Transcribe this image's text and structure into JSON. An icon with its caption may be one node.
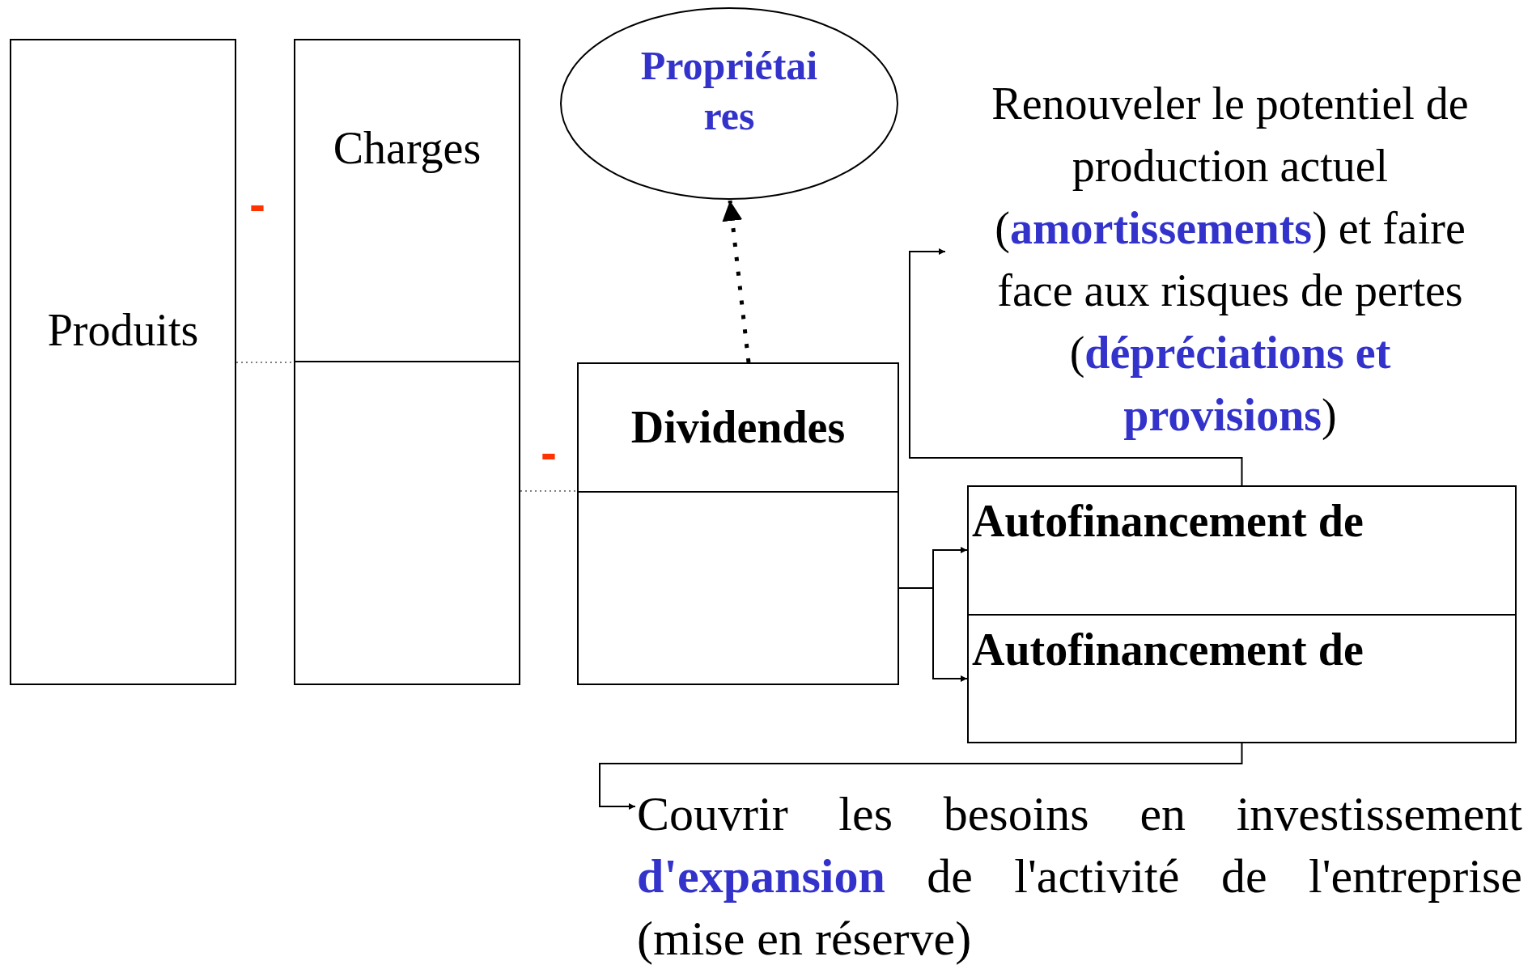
{
  "diagram": {
    "nodes": [
      {
        "text": [
          "Produits"
        ]
      },
      {
        "text": [
          "Charges"
        ]
      },
      {
        "text": [],
        "shape": "box"
      },
      {
        "text": [
          "Propriétaires"
        ]
      },
      {
        "text": [
          "Renouveler le potentiel de production actuel (**amortissements**) et faire face aux risques de pertes (**dépréciations et provisions**)"
        ]
      },
      {
        "text": [
          "Dividendes"
        ]
      },
      {
        "text": [],
        "shape": "box"
      },
      {
        "text": [
          "Autofinancement de"
        ]
      },
      {
        "text": [
          "Autofinancement de"
        ]
      },
      {
        "text": [
          "Couvrir les besoins en investissement **d'expansion** de l'activité de l'entreprise (mise en réserve)"
        ]
      }
    ],
    "edges": [
      {
        "from": 5,
        "to": 3,
        "arrow": "to",
        "style": "dashed"
      },
      {
        "from": 0,
        "to": 2,
        "arrow": "none",
        "style": "dashed"
      },
      {
        "from": 2,
        "to": 6,
        "arrow": "none",
        "style": "dashed"
      },
      {
        "from": 6,
        "to": 7,
        "arrow": "to"
      },
      {
        "from": 6,
        "to": 8,
        "arrow": "to"
      },
      {
        "from": 7,
        "to": 4,
        "arrow": "to"
      },
      {
        "from": 8,
        "to": 9,
        "arrow": "to"
      }
    ],
    "labels": [
      "-",
      "-"
    ]
  }
}
